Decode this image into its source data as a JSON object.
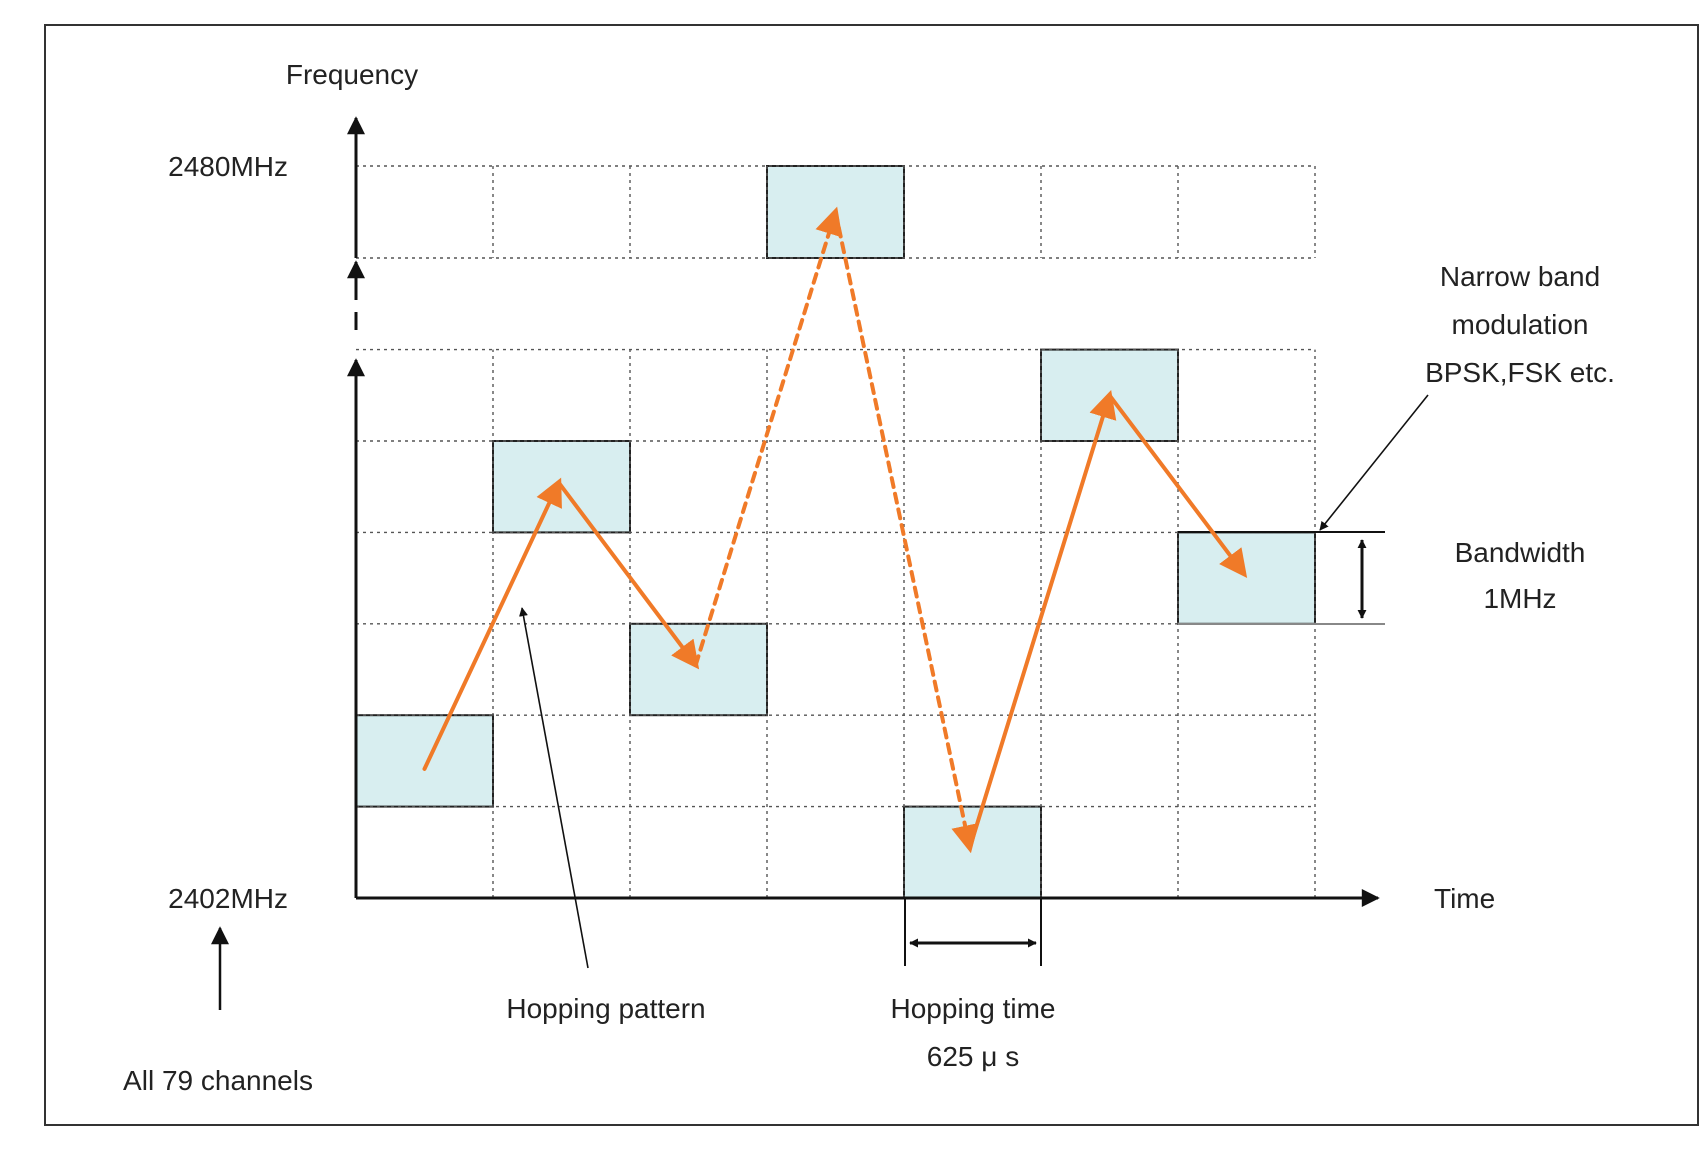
{
  "labels": {
    "frequency_axis": "Frequency",
    "time_axis": "Time",
    "top_freq": "2480MHz",
    "bottom_freq": "2402MHz",
    "all_channels": "All 79 channels",
    "hopping_pattern": "Hopping pattern",
    "hopping_time_line1": "Hopping time",
    "hopping_time_line2": "625 μ s",
    "modulation_line1": "Narrow band",
    "modulation_line2": "modulation",
    "modulation_line3": "BPSK,FSK etc.",
    "bandwidth_line1": "Bandwidth",
    "bandwidth_line2": "1MHz"
  },
  "grid": {
    "time_slots": 7,
    "lower_channels": 6
  },
  "hops": [
    {
      "slot": 0,
      "channel": 1,
      "band": "lower"
    },
    {
      "slot": 1,
      "channel": 4,
      "band": "lower"
    },
    {
      "slot": 2,
      "channel": 2,
      "band": "lower"
    },
    {
      "slot": 3,
      "channel": 0,
      "band": "top"
    },
    {
      "slot": 4,
      "channel": 0,
      "band": "lower"
    },
    {
      "slot": 5,
      "channel": 5,
      "band": "lower"
    },
    {
      "slot": 6,
      "channel": 3,
      "band": "lower"
    }
  ],
  "hop_line_styles": [
    "solid",
    "solid",
    "dashed",
    "dashed",
    "solid",
    "solid"
  ],
  "colors": {
    "hop_arrow": "#f07a28",
    "occupied_cell": "#d8eef0",
    "grid_line": "#555555",
    "axis": "#111111",
    "frame": "#333333"
  }
}
